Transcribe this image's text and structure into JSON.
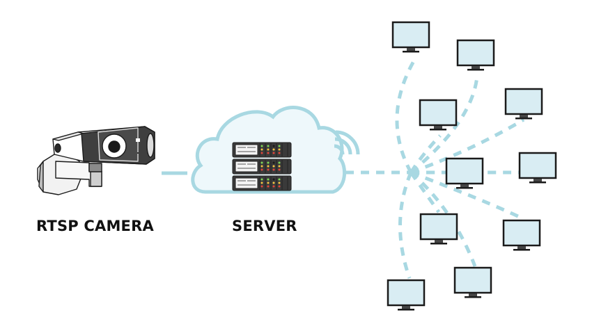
{
  "diagram": {
    "title": "RTSP camera streaming via server to multiple viewers",
    "nodes": {
      "camera": {
        "label": "RTSP CAMERA",
        "icon": "security-camera-icon"
      },
      "server": {
        "label": "SERVER",
        "icon": "server-rack-icon",
        "container": "cloud",
        "signal_icon": "wifi-signal-icon"
      },
      "clients": [
        {
          "id": "monitor-1",
          "icon": "monitor-icon"
        },
        {
          "id": "monitor-2",
          "icon": "monitor-icon"
        },
        {
          "id": "monitor-3",
          "icon": "monitor-icon"
        },
        {
          "id": "monitor-4",
          "icon": "monitor-icon"
        },
        {
          "id": "monitor-5",
          "icon": "monitor-icon"
        },
        {
          "id": "monitor-6",
          "icon": "monitor-icon"
        },
        {
          "id": "monitor-7",
          "icon": "monitor-icon"
        },
        {
          "id": "monitor-8",
          "icon": "monitor-icon"
        },
        {
          "id": "monitor-9",
          "icon": "monitor-icon"
        },
        {
          "id": "monitor-10",
          "icon": "monitor-icon"
        }
      ]
    },
    "edges": [
      {
        "from": "camera",
        "to": "server",
        "style": "solid"
      },
      {
        "from": "server",
        "to": "monitor-1",
        "style": "dashed"
      },
      {
        "from": "server",
        "to": "monitor-2",
        "style": "dashed"
      },
      {
        "from": "server",
        "to": "monitor-3",
        "style": "dashed"
      },
      {
        "from": "server",
        "to": "monitor-4",
        "style": "dashed"
      },
      {
        "from": "server",
        "to": "monitor-5",
        "style": "dashed"
      },
      {
        "from": "server",
        "to": "monitor-6",
        "style": "dashed"
      },
      {
        "from": "server",
        "to": "monitor-7",
        "style": "dashed"
      },
      {
        "from": "server",
        "to": "monitor-8",
        "style": "dashed"
      },
      {
        "from": "server",
        "to": "monitor-9",
        "style": "dashed"
      },
      {
        "from": "server",
        "to": "monitor-10",
        "style": "dashed"
      }
    ],
    "colors": {
      "connector": "#a8d8e2",
      "cloud_fill": "#eef8fb",
      "cloud_stroke": "#a8d8e2",
      "screen_fill": "#d9edf3",
      "outline": "#1a1a1a",
      "server_body": "#3a3a3a",
      "led_green": "#7ed957",
      "led_yellow": "#f5c542",
      "led_red": "#e0443a",
      "label_text": "#111111"
    }
  }
}
